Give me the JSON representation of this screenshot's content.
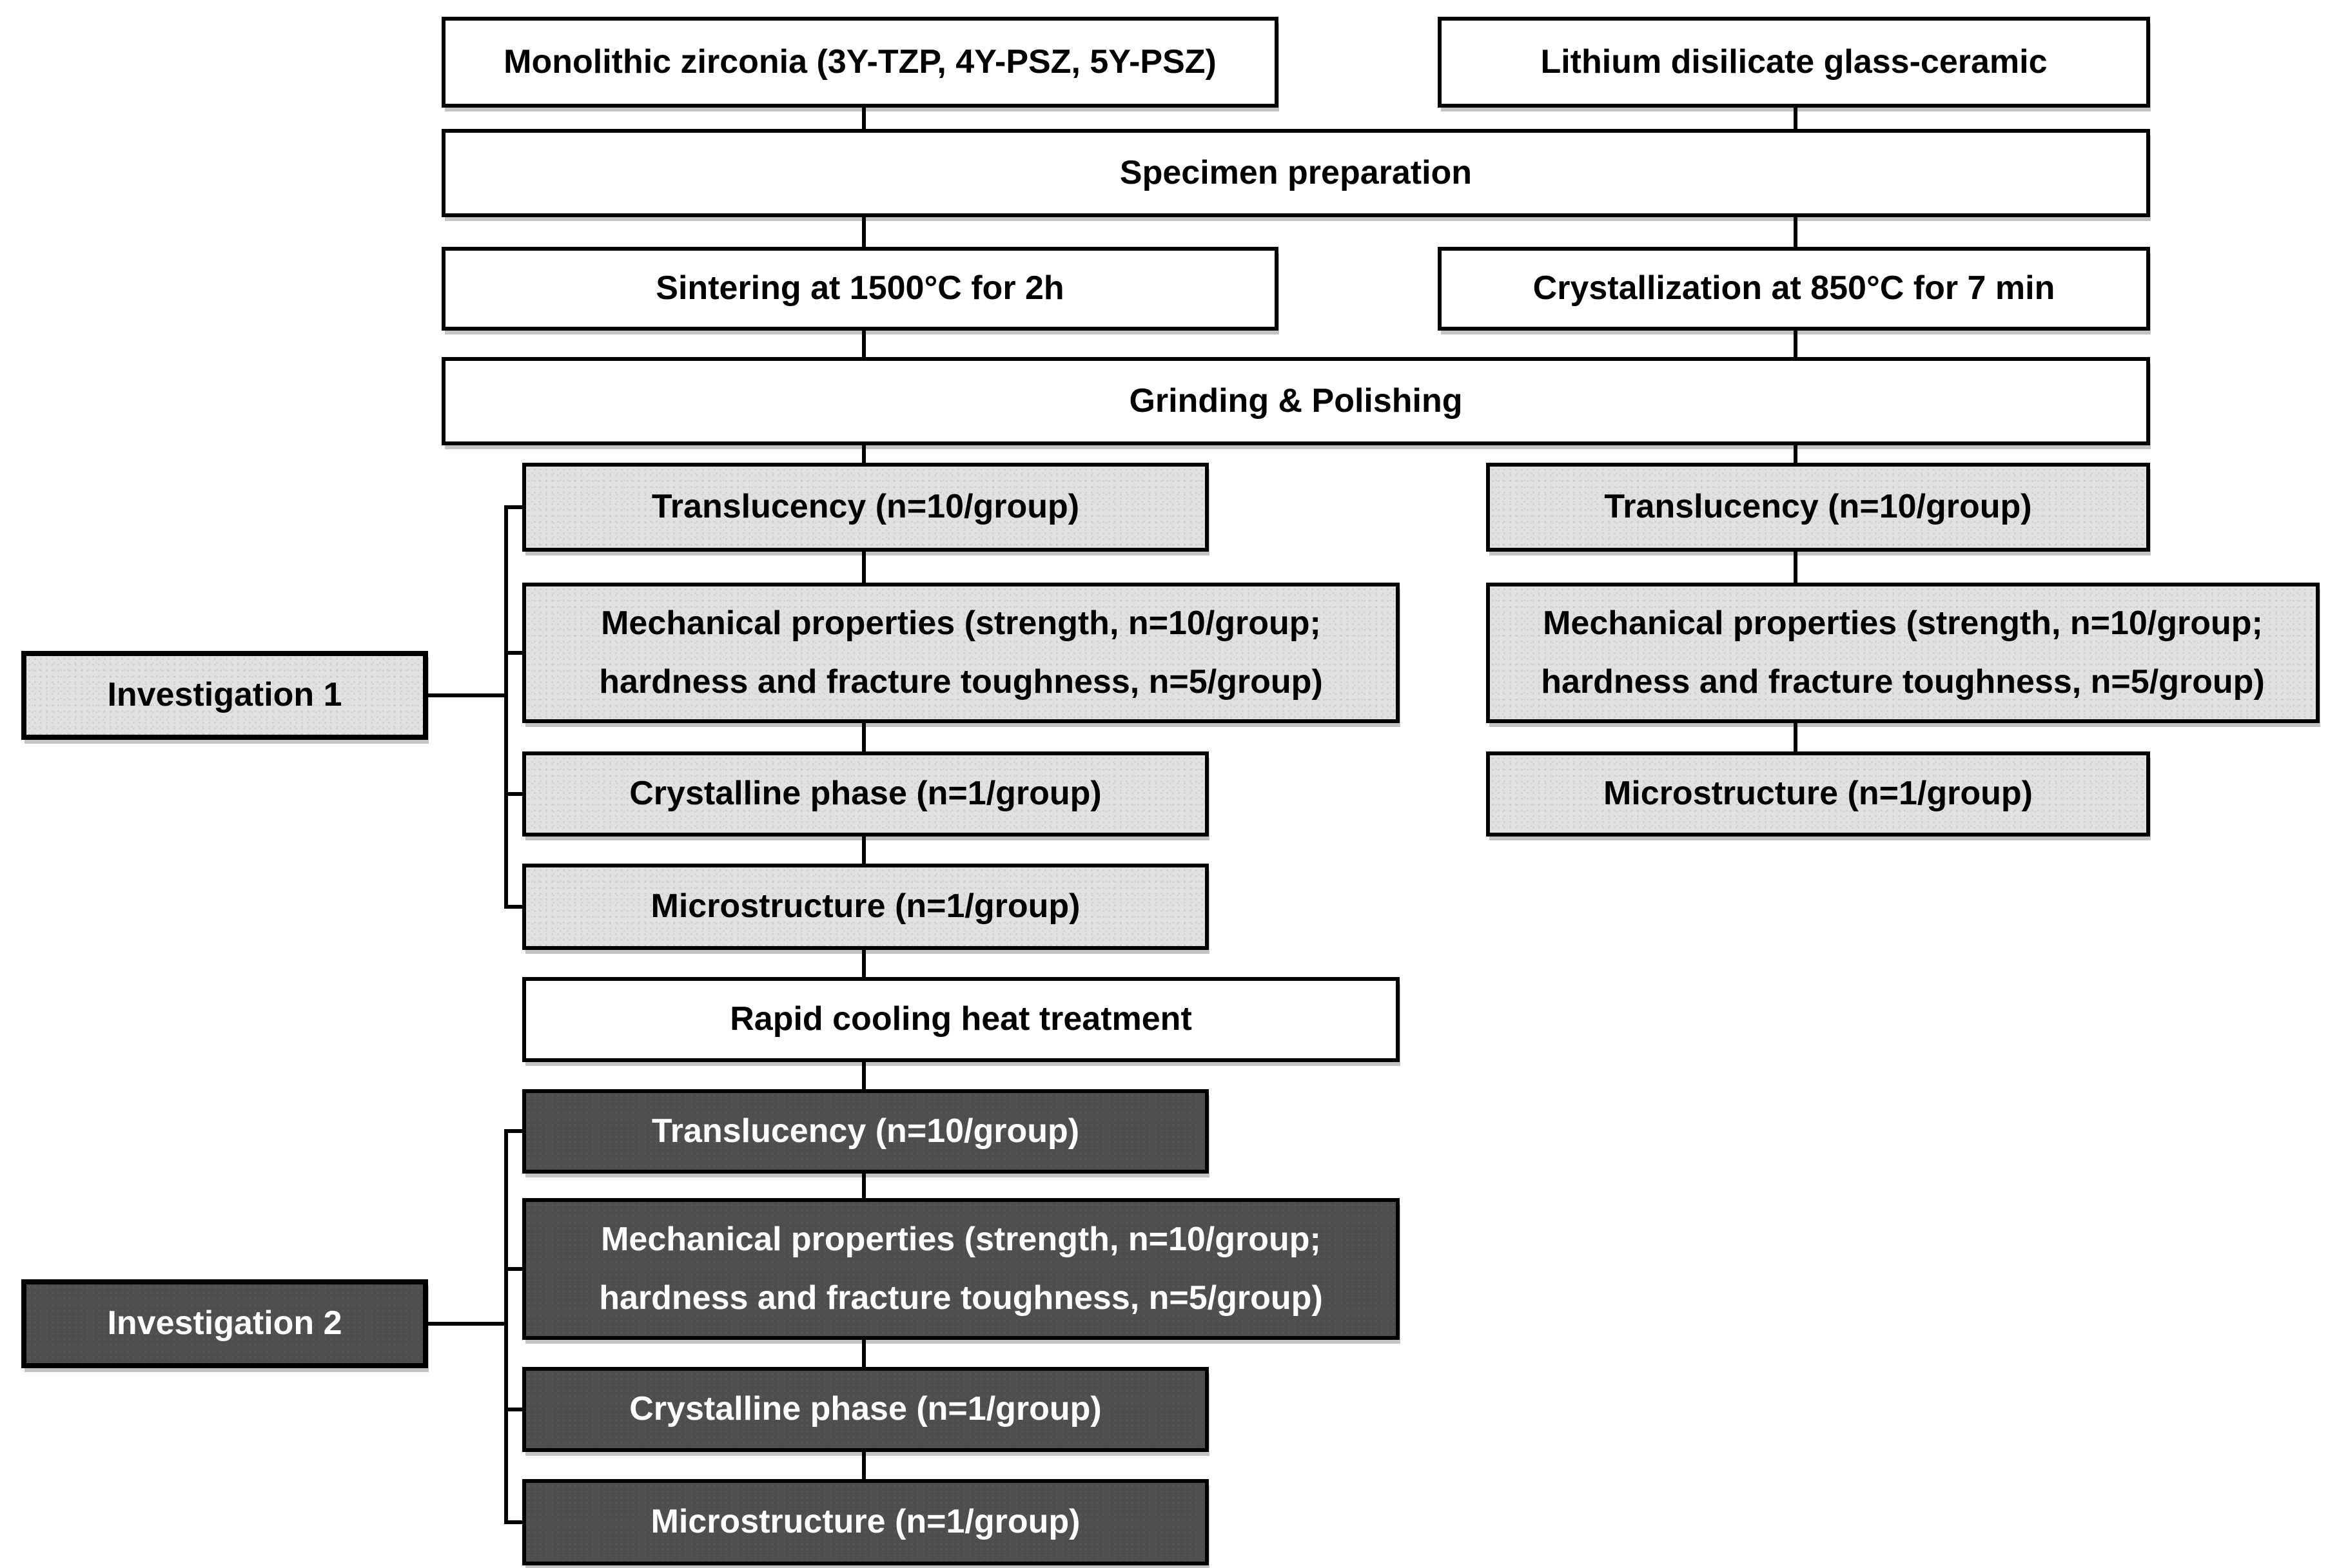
{
  "colors": {
    "white_box_fill": "#ffffff",
    "light_box_fill": "#e2e1e2",
    "dark_box_fill": "#4f4d4e",
    "border": "#000000",
    "light_box_text": "#000000",
    "dark_box_text": "#ffffff"
  },
  "materials": {
    "zirconia": "Monolithic zirconia (3Y-TZP, 4Y-PSZ, 5Y-PSZ)",
    "lithium_disilicate": "Lithium disilicate glass-ceramic"
  },
  "process": {
    "specimen_preparation": "Specimen preparation",
    "sintering": "Sintering at 1500°C for 2h",
    "crystallization": "Crystallization at 850°C for 7 min",
    "grinding_polishing": "Grinding & Polishing",
    "rapid_cooling": "Rapid cooling heat treatment"
  },
  "investigation1": {
    "label": "Investigation 1",
    "zirconia_branch": {
      "translucency": "Translucency (n=10/group)",
      "mechanical": "Mechanical properties (strength, n=10/group; hardness and fracture toughness, n=5/group)",
      "crystalline_phase": "Crystalline phase (n=1/group)",
      "microstructure": "Microstructure (n=1/group)"
    },
    "lithium_branch": {
      "translucency": "Translucency (n=10/group)",
      "mechanical": "Mechanical properties (strength, n=10/group; hardness and fracture toughness, n=5/group)",
      "microstructure": "Microstructure (n=1/group)"
    }
  },
  "investigation2": {
    "label": "Investigation 2",
    "branch": {
      "translucency": "Translucency (n=10/group)",
      "mechanical": "Mechanical properties (strength, n=10/group; hardness and fracture toughness, n=5/group)",
      "crystalline_phase": "Crystalline phase (n=1/group)",
      "microstructure": "Microstructure (n=1/group)"
    }
  }
}
